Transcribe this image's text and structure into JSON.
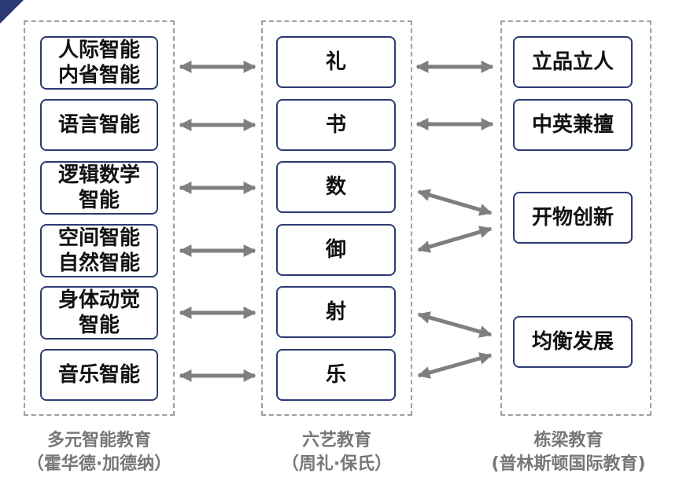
{
  "colors": {
    "border": "#2b3a73",
    "arrow": "#7f7f7f",
    "caption": "#777777",
    "dashed": "#9aa0a6"
  },
  "columns": {
    "left": {
      "items": [
        "人际智能\n内省智能",
        "语言智能",
        "逻辑数学\n智能",
        "空间智能\n自然智能",
        "身体动觉\n智能",
        "音乐智能"
      ],
      "caption": "多元智能教育\n（霍华德·加德纳）"
    },
    "middle": {
      "items": [
        "礼",
        "书",
        "数",
        "御",
        "射",
        "乐"
      ],
      "caption": "六艺教育\n（周礼·保氏）"
    },
    "right": {
      "items": [
        "立品立人",
        "中英兼擅",
        "开物创新",
        "均衡发展"
      ],
      "caption": "栋梁教育\n(普林斯顿国际教育)"
    }
  },
  "links": [
    {
      "from": "left.0",
      "to": "middle.0"
    },
    {
      "from": "left.1",
      "to": "middle.1"
    },
    {
      "from": "left.2",
      "to": "middle.2"
    },
    {
      "from": "left.3",
      "to": "middle.3"
    },
    {
      "from": "left.4",
      "to": "middle.4"
    },
    {
      "from": "left.5",
      "to": "middle.5"
    },
    {
      "from": "middle.0",
      "to": "right.0"
    },
    {
      "from": "middle.1",
      "to": "right.1"
    },
    {
      "from": "middle.2",
      "to": "right.2"
    },
    {
      "from": "middle.3",
      "to": "right.2"
    },
    {
      "from": "middle.4",
      "to": "right.3"
    },
    {
      "from": "middle.5",
      "to": "right.3"
    }
  ]
}
